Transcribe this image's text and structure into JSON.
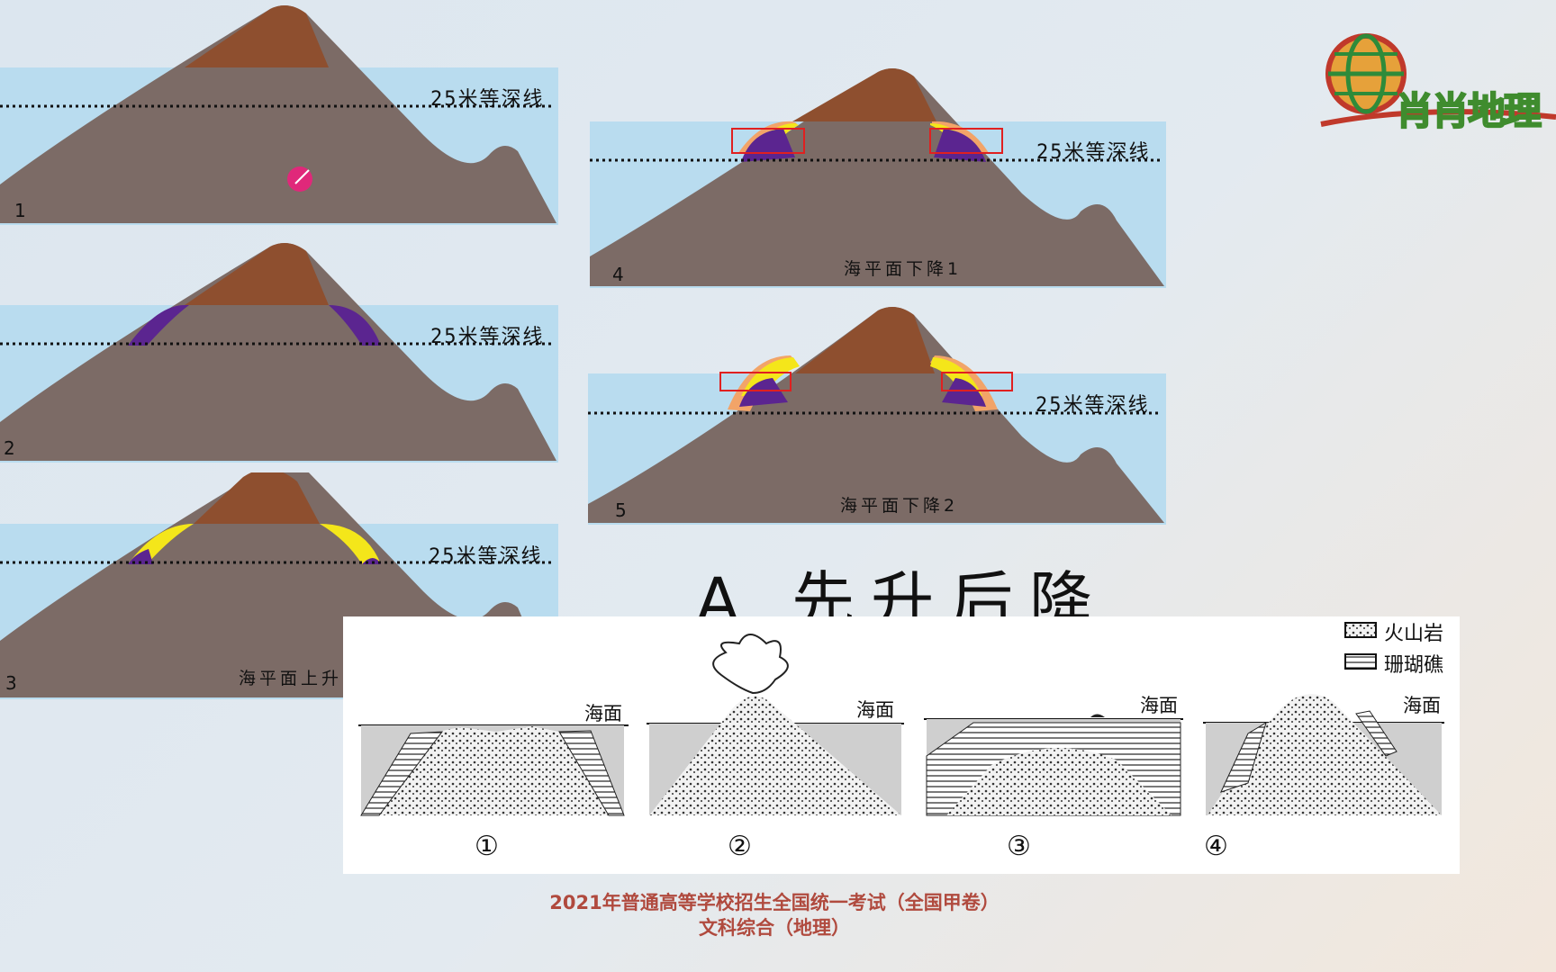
{
  "panels": [
    {
      "num": "1",
      "depth_label": "25米等深线",
      "caption": ""
    },
    {
      "num": "2",
      "depth_label": "25米等深线",
      "caption": ""
    },
    {
      "num": "3",
      "depth_label": "25米等深线",
      "caption": "海平面上升"
    },
    {
      "num": "4",
      "depth_label": "25米等深线",
      "caption": "海平面下降1"
    },
    {
      "num": "5",
      "depth_label": "25米等深线",
      "caption": "海平面下降2"
    }
  ],
  "answer_title": "A 先升后降",
  "exam_figure": {
    "legend": {
      "volcanic": "火山岩",
      "coral": "珊瑚礁"
    },
    "sea_label": "海面",
    "items": [
      "①",
      "②",
      "③",
      "④"
    ]
  },
  "source": {
    "line1": "2021年普通高等学校招生全国统一考试（全国甲卷）",
    "line2": "文科综合（地理）"
  },
  "logo_text": "肖肖地理",
  "colors": {
    "sea": "#b9dcef",
    "mountain": "#7c6b66",
    "peak": "#8e4f2f",
    "reef_old": "#5b2590",
    "reef_new": "#f4e61a",
    "reef_orange": "#f2a468",
    "highlight": "#e02020",
    "cursor": "#e0287a",
    "source_text": "#b04a3e"
  }
}
